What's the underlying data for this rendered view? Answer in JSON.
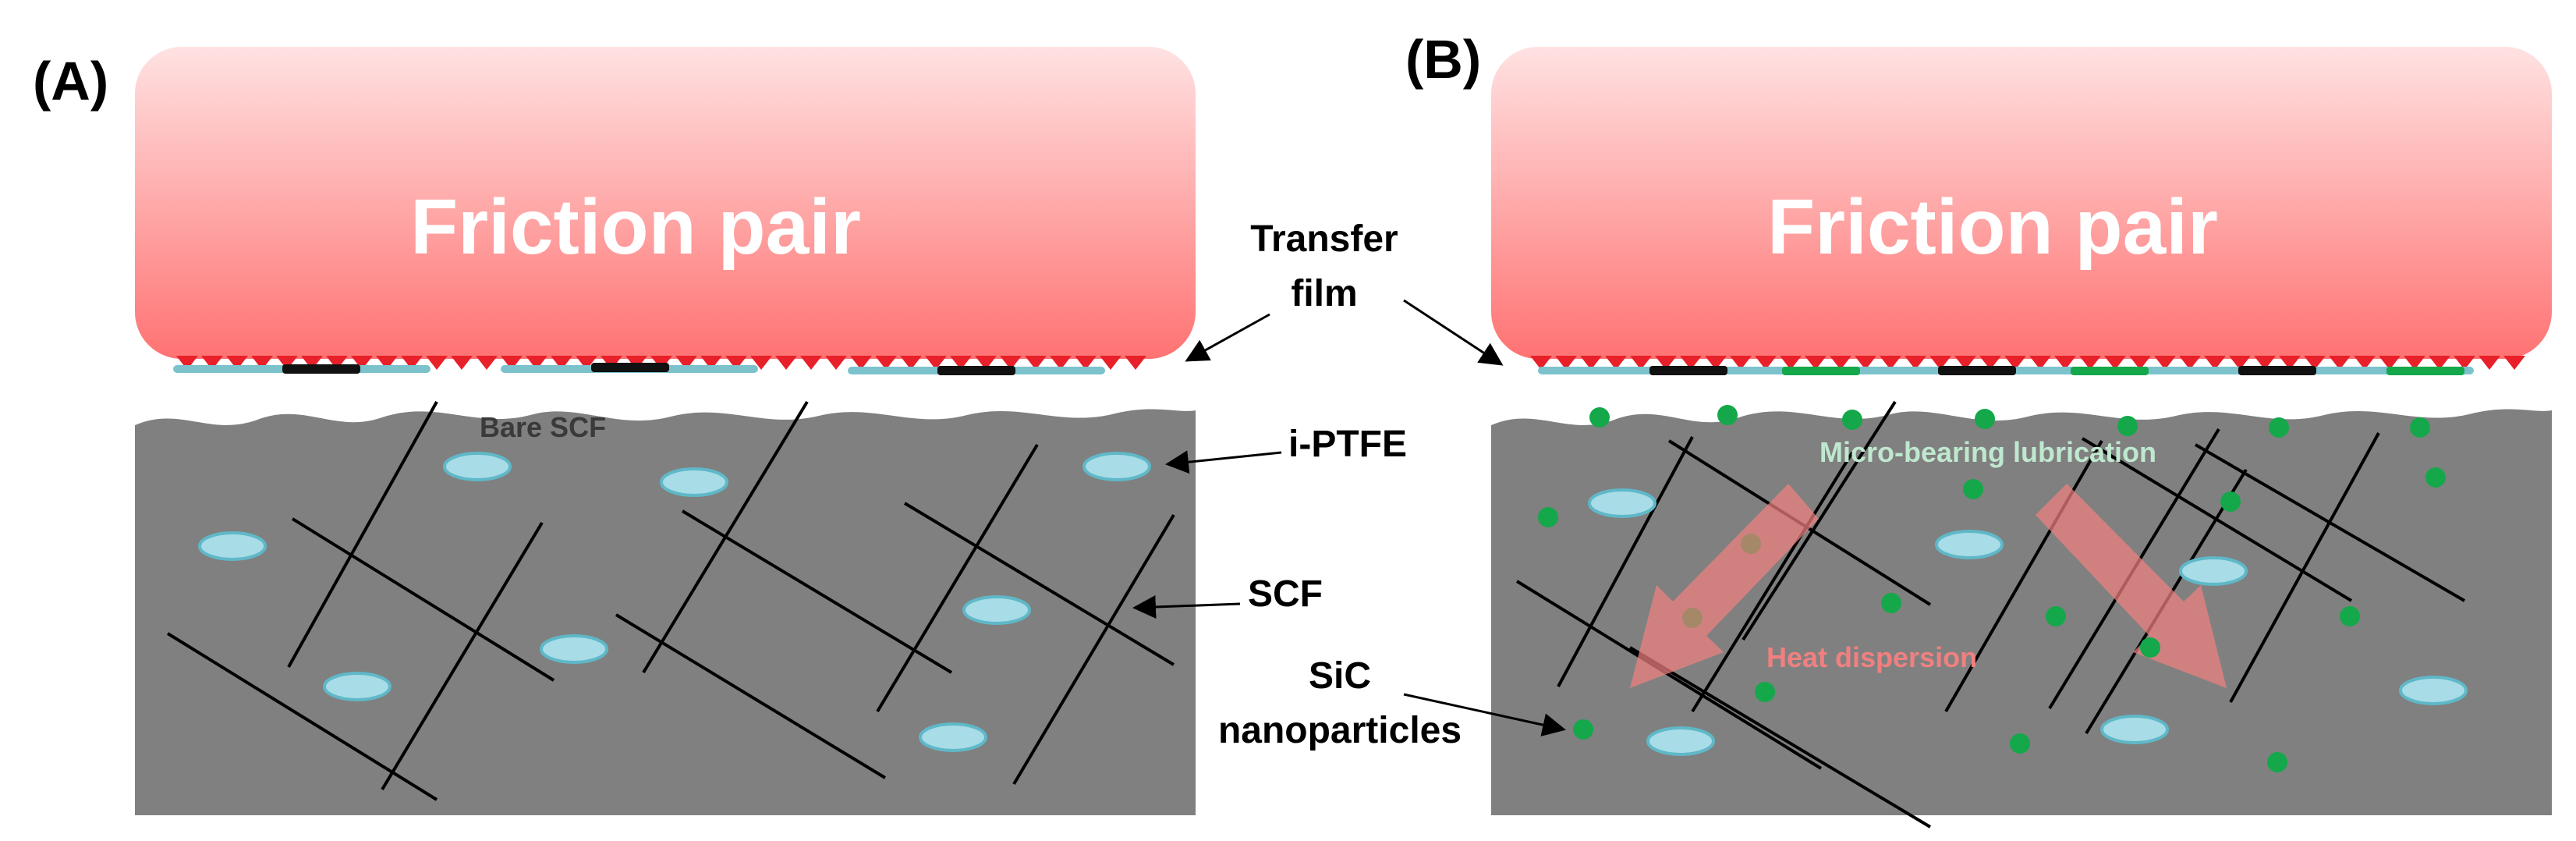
{
  "panels": [
    {
      "label": "(A)",
      "friction_pair_title": "Friction pair"
    },
    {
      "label": "(B)",
      "friction_pair_title": "Friction pair"
    }
  ],
  "callouts": {
    "transfer_film_line1": "Transfer",
    "transfer_film_line2": "film",
    "i_ptfe": "i-PTFE",
    "scf": "SCF",
    "sic_line1": "SiC",
    "sic_line2": "nanoparticles"
  },
  "annotations": {
    "bare_scf": "Bare SCF",
    "micro_bearing": "Micro-bearing lubrication",
    "heat_dispersion": "Heat dispersion"
  },
  "colors": {
    "matrix": "#808080",
    "pair_top": "#ffe0e0",
    "pair_bottom": "#ff7070",
    "ptfe_fill": "#a8dce6",
    "ptfe_stroke": "#5fb8c8",
    "sic": "#14a84a",
    "wedge": "#e8202a",
    "heat_arrow": "#f08080",
    "micro_text": "#bfe8cf",
    "bare_text": "#3a3a3a"
  }
}
